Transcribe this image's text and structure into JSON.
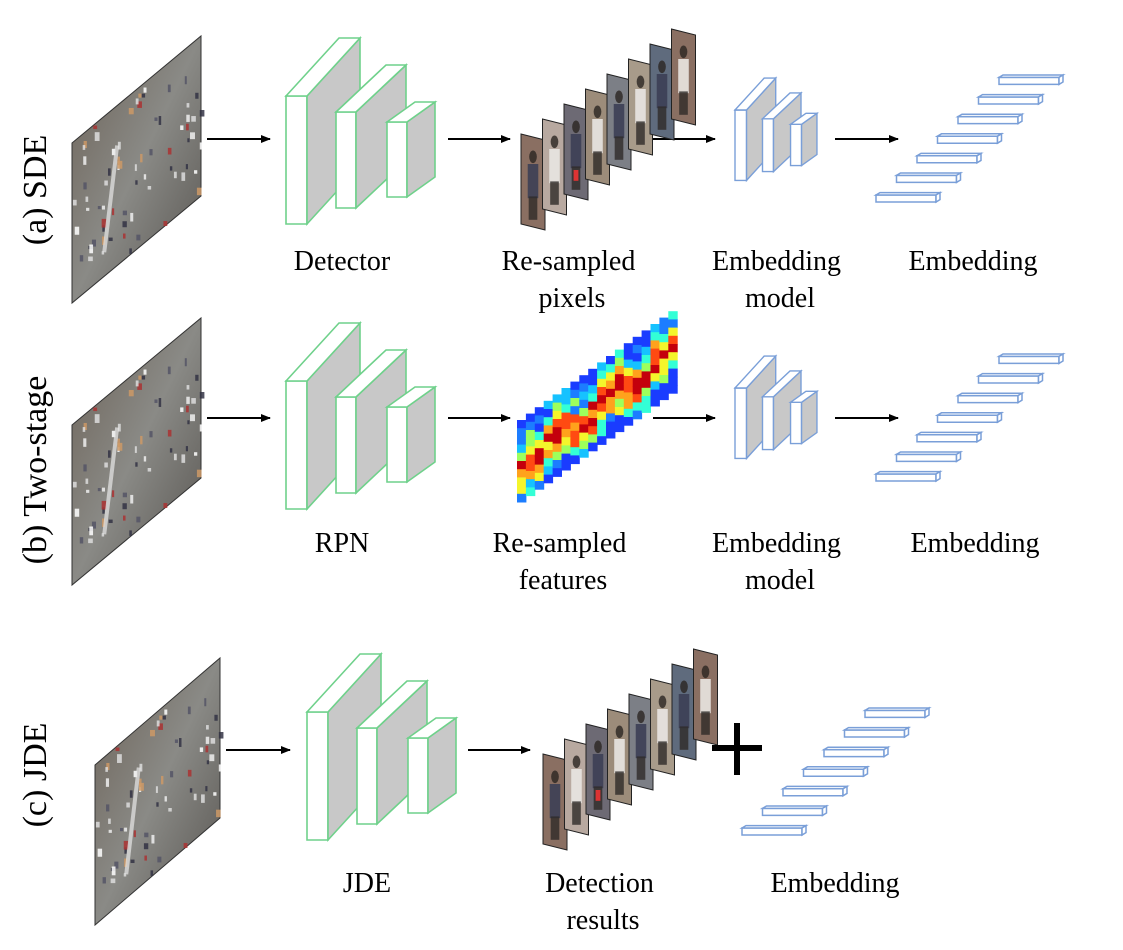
{
  "rows": [
    {
      "id": "sde",
      "title": "(a) SDE",
      "stages": [
        "Detector",
        "Re-sampled pixels",
        "Embedding model",
        "Embedding"
      ],
      "stage_lines": [
        [
          "Detector"
        ],
        [
          "Re-sampled",
          "pixels"
        ],
        [
          "Embedding",
          "model"
        ],
        [
          "Embedding"
        ]
      ]
    },
    {
      "id": "two-stage",
      "title": "(b) Two-stage",
      "stages": [
        "RPN",
        "Re-sampled features",
        "Embedding model",
        "Embedding"
      ],
      "stage_lines": [
        [
          "RPN"
        ],
        [
          "Re-sampled",
          "features"
        ],
        [
          "Embedding",
          "model"
        ],
        [
          "Embedding"
        ]
      ]
    },
    {
      "id": "jde",
      "title": "(c) JDE",
      "stages": [
        "JDE",
        "Detection results",
        "Embedding"
      ],
      "stage_lines": [
        [
          "JDE"
        ],
        [
          "Detection",
          "results"
        ],
        [
          "Embedding"
        ]
      ]
    }
  ],
  "plus_symbol": "+",
  "colors": {
    "detector_stroke": "#6fd18b",
    "detector_side": "#c8c8c8",
    "embedding_stroke": "#7a9fd8",
    "embedding_fill": "#ffffff",
    "arrow": "#000000"
  },
  "icons": [
    "street-scene-image",
    "network-block-icon",
    "crop-stack-image",
    "feature-heatmap-image",
    "embedding-vector-icon"
  ]
}
